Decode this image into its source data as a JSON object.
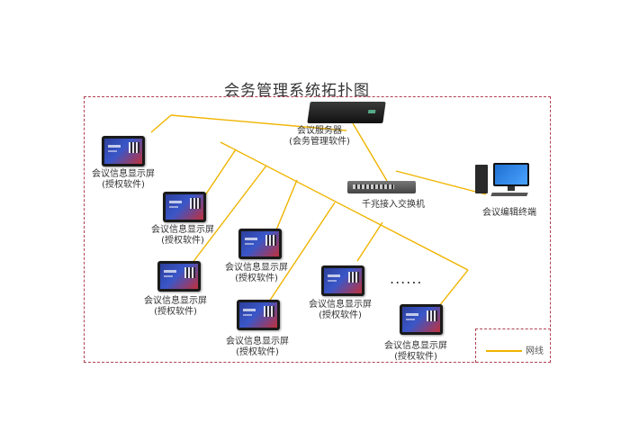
{
  "title": "会务管理系统拓扑图",
  "server": {
    "line1": "会议服务器",
    "line2": "(会务管理软件)"
  },
  "switch": {
    "label": "千兆接入交换机"
  },
  "client": {
    "label": "会议编辑终端"
  },
  "tablets": [
    {
      "line1": "会议信息显示屏",
      "line2": "(授权软件)"
    },
    {
      "line1": "会议信息显示屏",
      "line2": "(授权软件)"
    },
    {
      "line1": "会议信息显示屏",
      "line2": "(授权软件)"
    },
    {
      "line1": "会议信息显示屏",
      "line2": "(授权软件)"
    },
    {
      "line1": "会议信息显示屏",
      "line2": "(授权软件)"
    },
    {
      "line1": "会议信息显示屏",
      "line2": "(授权软件)"
    },
    {
      "line1": "会议信息显示屏",
      "line2": "(授权软件)"
    }
  ],
  "ellipsis": "......",
  "legend": {
    "label": "网线",
    "color": "#f0b400"
  },
  "colors": {
    "frame": "#b04050",
    "cable": "#f0b400"
  }
}
